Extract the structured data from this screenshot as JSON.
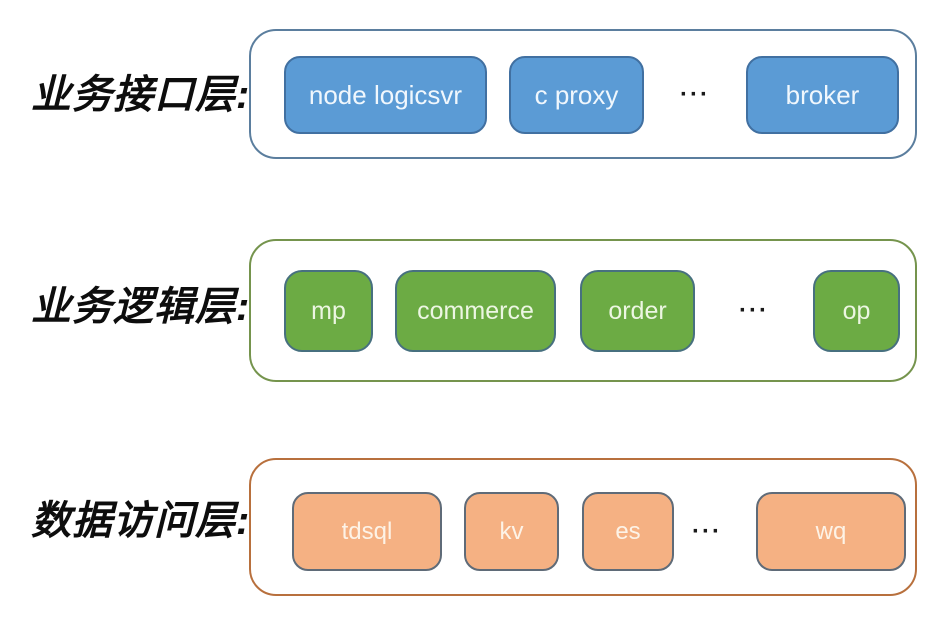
{
  "background": "#ffffff",
  "label_color": "#0d0d0d",
  "ellipsis_color": "#1a1a1a",
  "layers": [
    {
      "label": "业务接口层:",
      "boxes": [
        "node logicsvr",
        "c proxy",
        "broker"
      ],
      "ellipsis": "···",
      "colors": {
        "container_border": "#5b7e9e",
        "box_fill": "#5b9bd5",
        "box_border": "#4170a1",
        "box_text": "#f0f7fd"
      }
    },
    {
      "label": "业务逻辑层:",
      "boxes": [
        "mp",
        "commerce",
        "order",
        "op"
      ],
      "ellipsis": "···",
      "colors": {
        "container_border": "#75944d",
        "box_fill": "#6cab44",
        "box_border": "#47707f",
        "box_text": "#ecf6e2"
      }
    },
    {
      "label": "数据访问层:",
      "boxes": [
        "tdsql",
        "kv",
        "es",
        "wq"
      ],
      "ellipsis": "···",
      "colors": {
        "container_border": "#b8703d",
        "box_fill": "#f5b183",
        "box_border": "#5f6b78",
        "box_text": "#fdf3e7"
      }
    }
  ]
}
